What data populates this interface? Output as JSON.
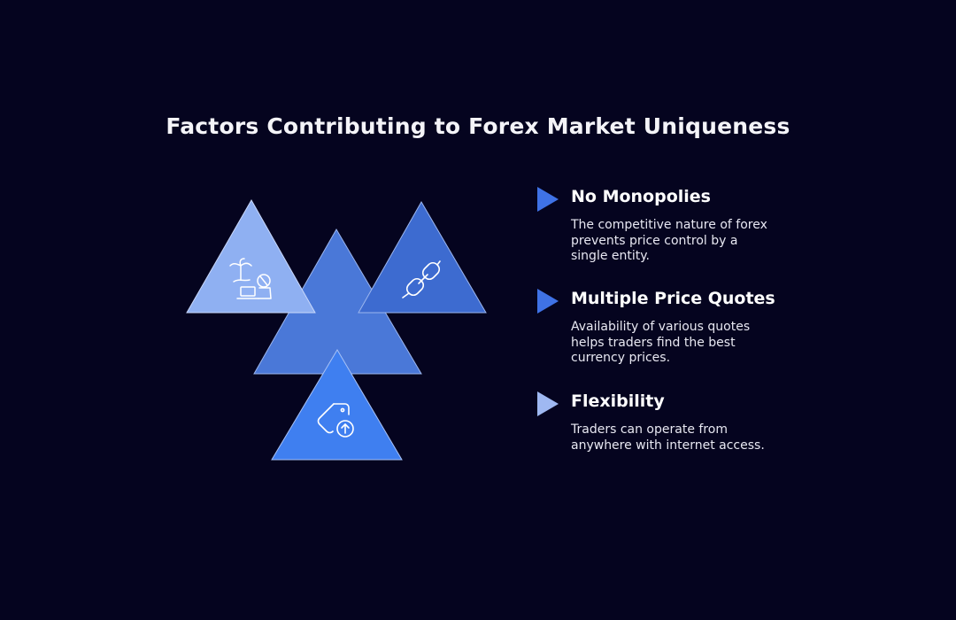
{
  "title": "Factors Contributing to Forex Market Uniqueness",
  "colors": {
    "background": "#05041f",
    "triangle_light": "#8fb0f2",
    "triangle_mid": "#4a78d8",
    "triangle_dark": "#3d6bd0",
    "triangle_bright": "#3f7ff0",
    "icon_stroke": "#ffffff"
  },
  "triangles": [
    {
      "icon": "vacation-laptop-icon",
      "color": "#8fb0f2"
    },
    {
      "icon": "chain-link-icon",
      "color": "#3d6bd0"
    },
    {
      "icon": "none",
      "color": "#4a78d8"
    },
    {
      "icon": "price-tag-up-icon",
      "color": "#3f7ff0"
    }
  ],
  "factors": [
    {
      "title": "No Monopolies",
      "description": "The competitive nature of forex prevents price control by a single entity.",
      "marker_color": "#3f72e6"
    },
    {
      "title": "Multiple Price Quotes",
      "description": "Availability of various quotes helps traders find the best currency prices.",
      "marker_color": "#3f72e6"
    },
    {
      "title": "Flexibility",
      "description": "Traders can operate from anywhere with internet access.",
      "marker_color": "#9fb8f2"
    }
  ]
}
